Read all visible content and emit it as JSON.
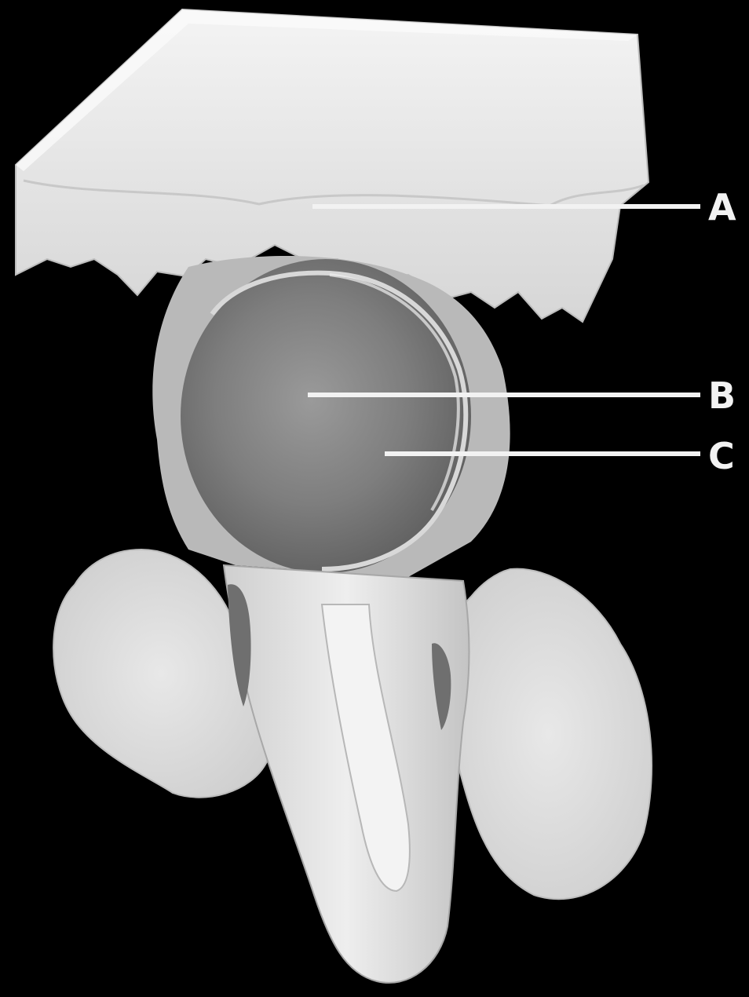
{
  "figure": {
    "labels": [
      {
        "id": "a",
        "text": "A"
      },
      {
        "id": "b",
        "text": "B"
      },
      {
        "id": "c",
        "text": "C"
      }
    ]
  },
  "colors": {
    "background": "#000000",
    "leader_line": "#f2f2f2",
    "bone": "#e6e6e6",
    "sac": "#8a8a8a",
    "tooth": "#d8d8d8"
  }
}
